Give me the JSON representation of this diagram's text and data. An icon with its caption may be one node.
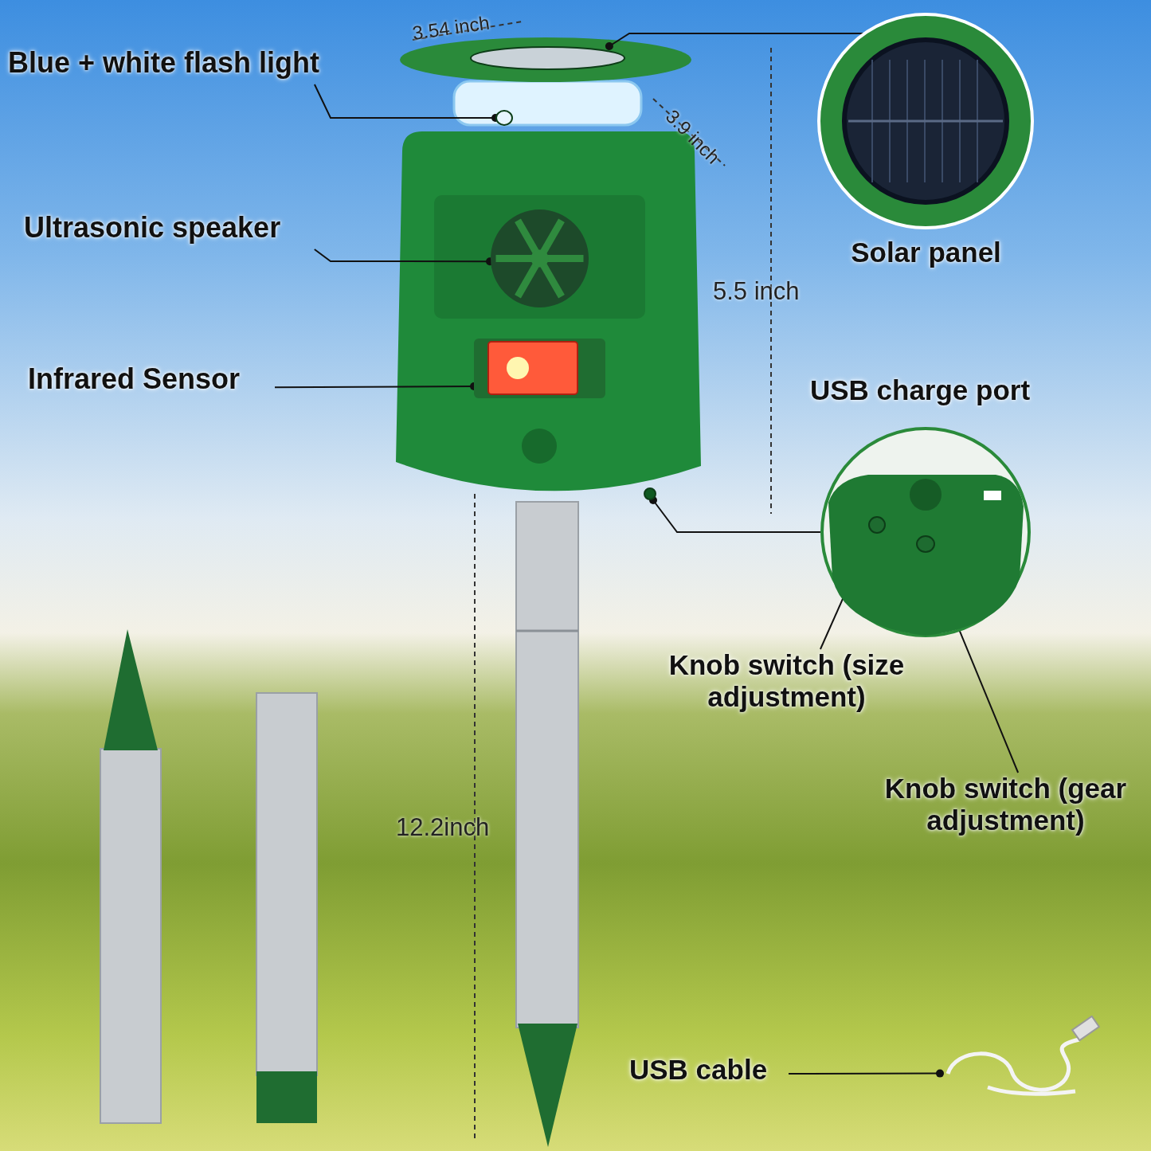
{
  "diagram": {
    "nodes": [
      {
        "text": [
          "Blue + white flash light"
        ]
      },
      {
        "text": [],
        "shape": "circle"
      },
      {
        "text": [
          "Ultrasonic speaker"
        ]
      },
      {
        "text": [],
        "shape": "picture"
      },
      {
        "text": [
          "Infrared Sensor"
        ]
      },
      {
        "text": [],
        "shape": "picture"
      },
      {
        "text": [],
        "shape": "circle"
      },
      {
        "text": [
          "Solar panel"
        ]
      },
      {
        "text": [],
        "shape": "circle"
      },
      {
        "text": [
          "USB charge port"
        ]
      },
      {
        "text": [
          "Knob switch (size adjustment)"
        ]
      },
      {
        "text": [],
        "shape": "circle",
        "in": 9
      },
      {
        "text": [
          "Knob switch (gear adjustment)"
        ]
      },
      {
        "text": [],
        "shape": "circle",
        "in": 9
      },
      {
        "text": [
          "USB cable"
        ]
      },
      {
        "text": [],
        "shape": "picture"
      }
    ],
    "edges": [
      {
        "from": 0,
        "to": 1,
        "arrow": "other"
      },
      {
        "from": 2,
        "to": 3,
        "arrow": "other"
      },
      {
        "from": 4,
        "to": 5,
        "arrow": "other"
      },
      {
        "from": 7,
        "to": 6,
        "arrow": "other"
      },
      {
        "from": 9,
        "to": 8,
        "arrow": "other"
      },
      {
        "from": 10,
        "to": 11,
        "arrow": "none"
      },
      {
        "from": 12,
        "to": 13,
        "arrow": "none"
      },
      {
        "from": 14,
        "to": 15,
        "arrow": "other"
      }
    ],
    "labels": [
      "3.54 inch",
      "3.9 inch",
      "5.5 inch",
      "12.2inch"
    ]
  }
}
